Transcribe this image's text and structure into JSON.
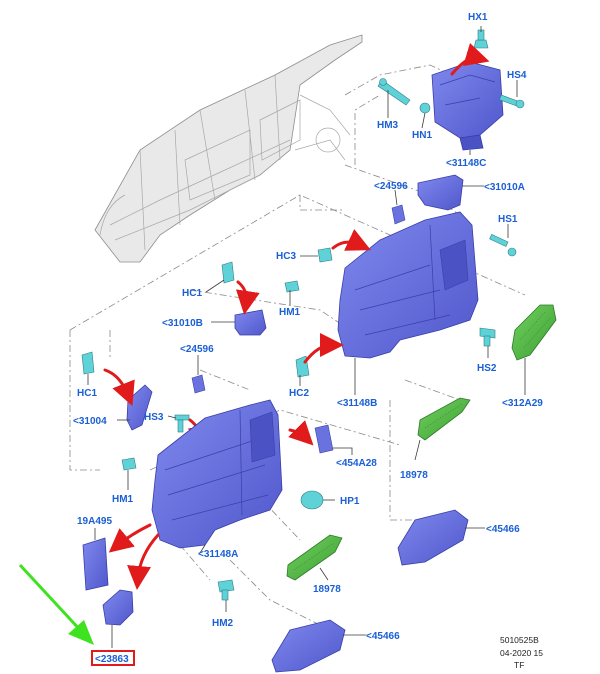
{
  "labels": {
    "hx1": "HX1",
    "hs4": "HS4",
    "hm3": "HM3",
    "hn1": "HN1",
    "p31148c": "<31148C",
    "p24596_top": "<24596",
    "p31010a": "<31010A",
    "hs1": "HS1",
    "hc3": "HC3",
    "hc1_top": "HC1",
    "hm1_top": "HM1",
    "p31010b": "<31010B",
    "p24596_mid": "<24596",
    "hc2": "HC2",
    "p31148b": "<31148B",
    "hs2": "HS2",
    "p312a29": "<312A29",
    "hc1_low": "HC1",
    "p31004": "<31004",
    "hs3": "HS3",
    "p454a28": "<454A28",
    "p18978_right": "18978",
    "hm1_low": "HM1",
    "hp1": "HP1",
    "p19a495": "19A495",
    "p45466_right": "<45466",
    "p31148a": "<31148A",
    "p18978_low": "18978",
    "hm2": "HM2",
    "p45466_low": "<45466",
    "p23863": "<23863"
  },
  "footer": {
    "line1": "5010525B",
    "line2": "04-2020 15",
    "line3": "TF"
  },
  "highlight": {
    "color": "#e11b1b",
    "target": "<23863"
  },
  "colors": {
    "label": "#1a5fd6",
    "part_fill": "#6a72e0",
    "part_dark": "#4a52c4",
    "fastener": "#5fd2d8",
    "vent": "#4fb844",
    "callout_arrow": "#e11b1b",
    "pointer_arrow": "#3ee21f"
  }
}
